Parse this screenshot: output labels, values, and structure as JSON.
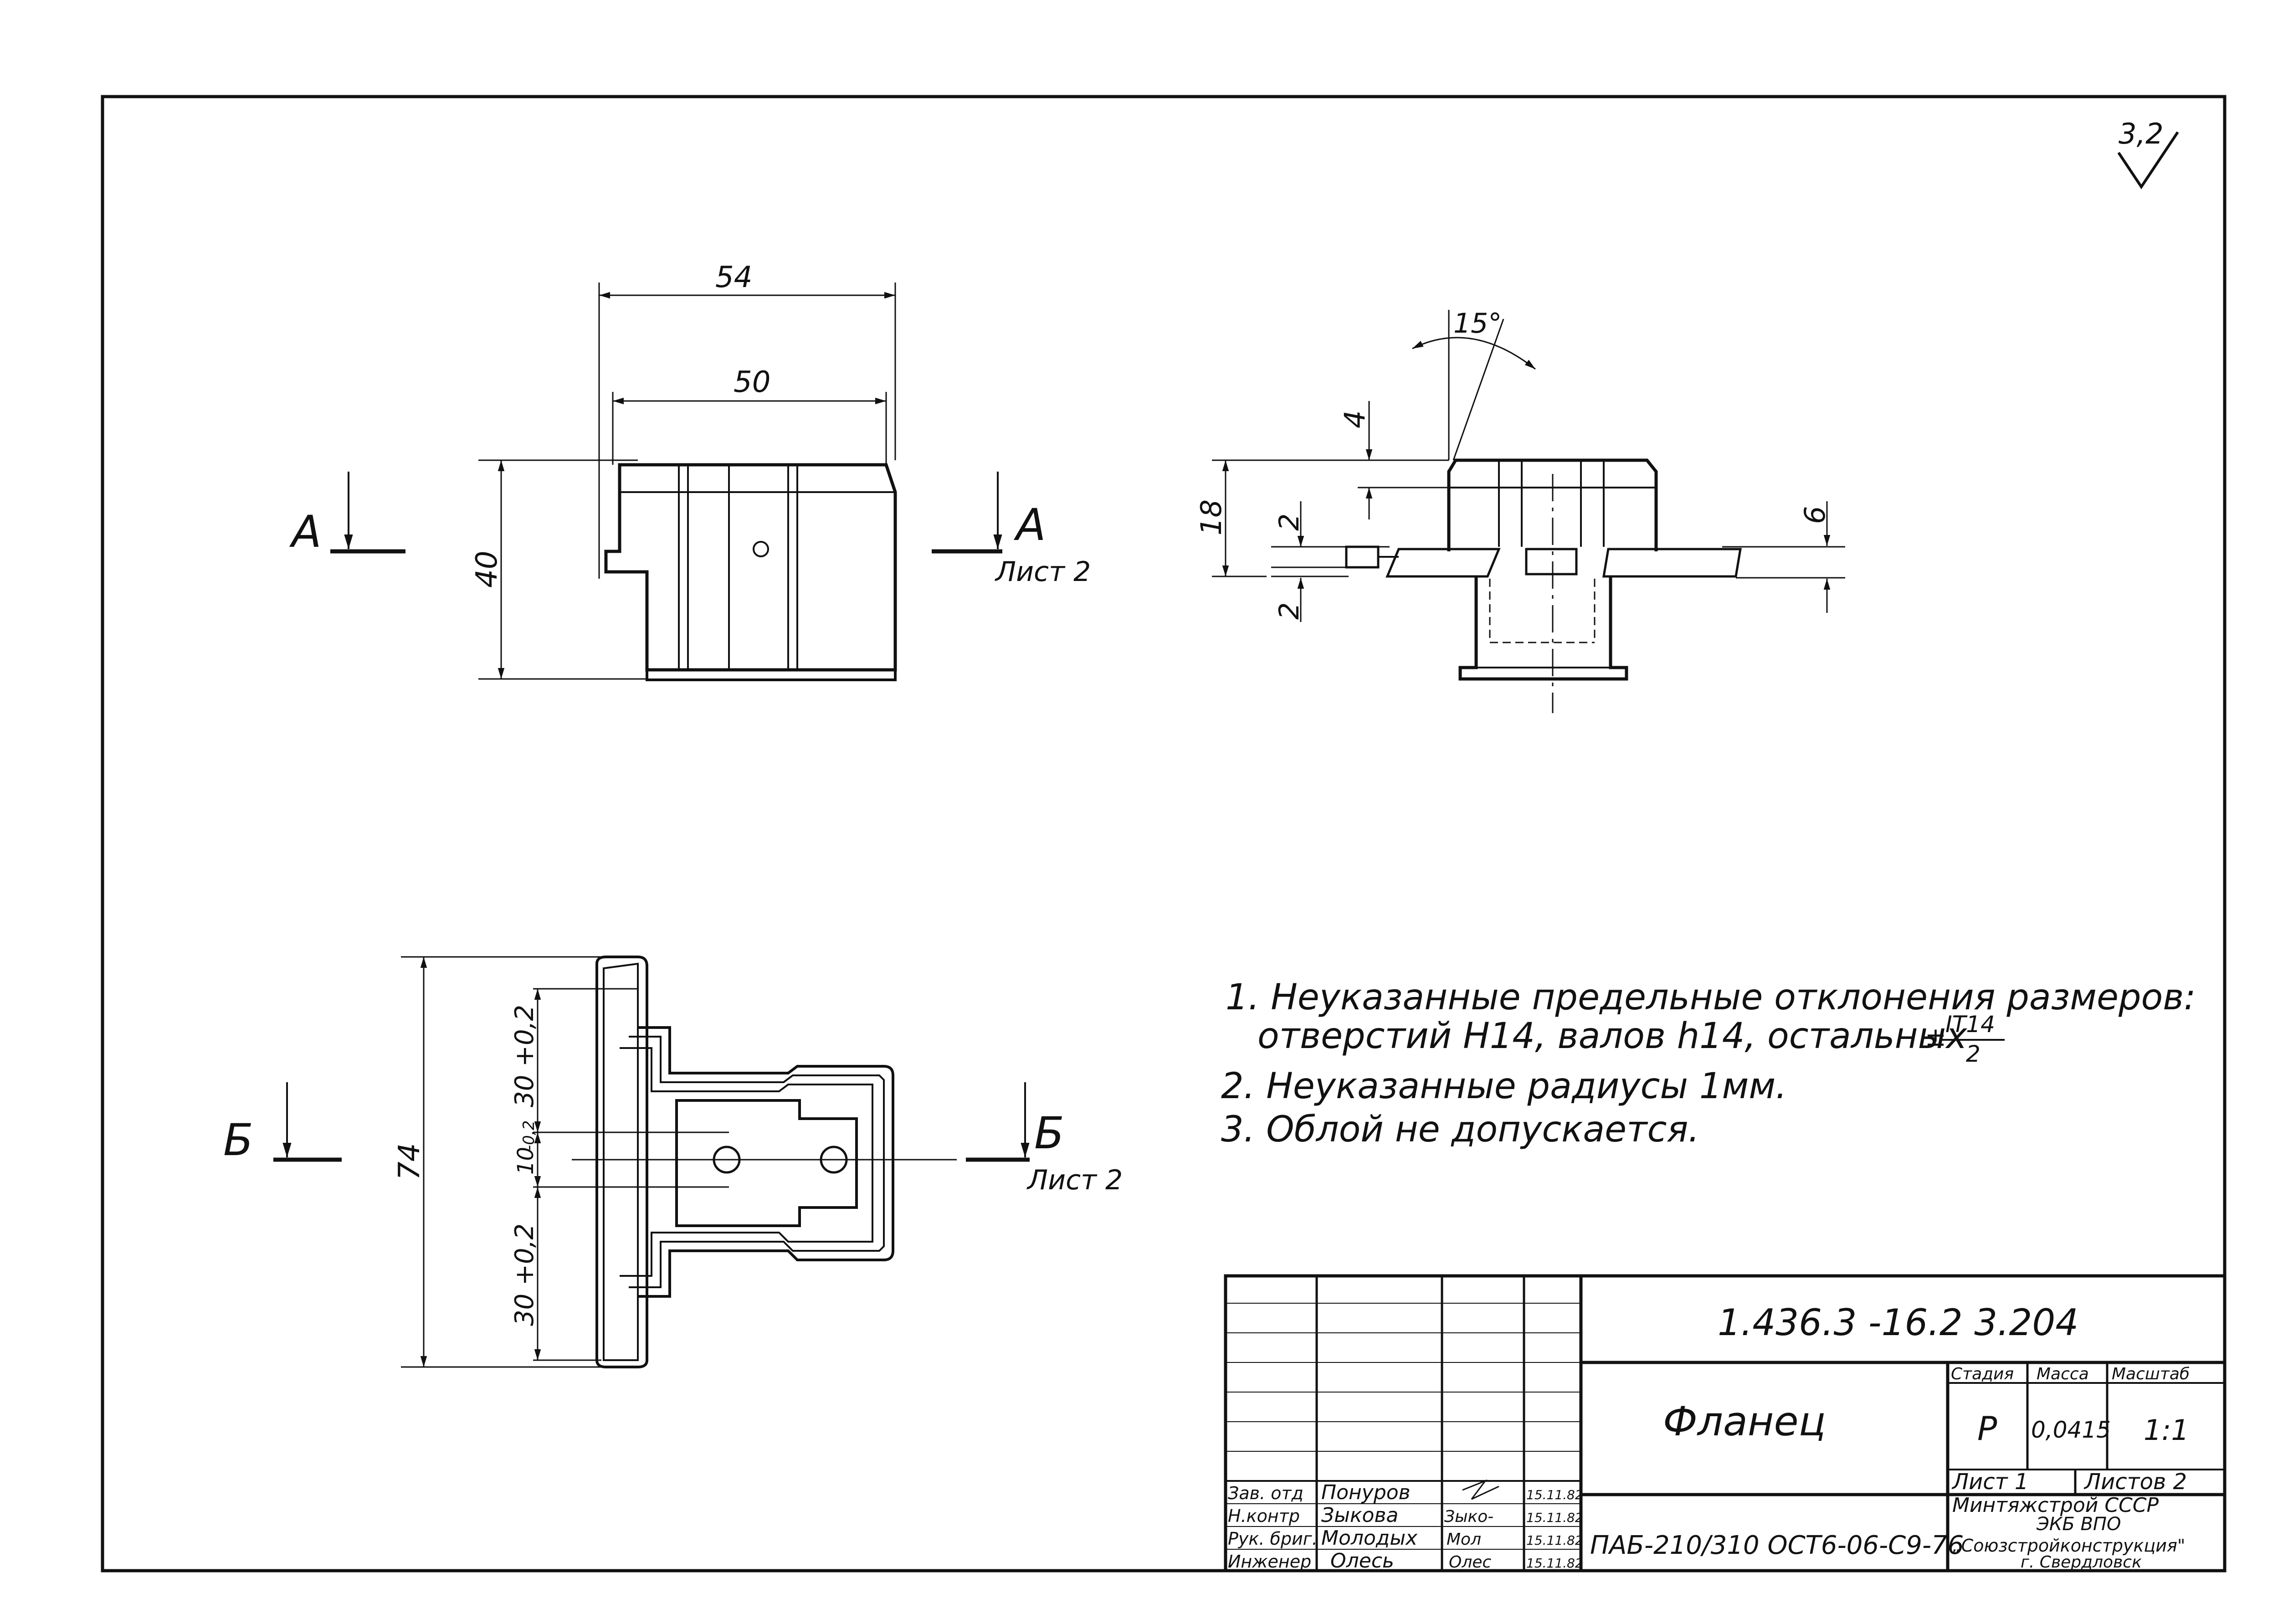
{
  "roughness_mark": "3,2",
  "view_top": {
    "dim_width_outer": "54",
    "dim_width_inner": "50",
    "dim_height": "40",
    "section_a_left": "А",
    "section_a_right": "А",
    "section_a_sheet": "Лист 2"
  },
  "view_side": {
    "dim_angle": "15°",
    "dim_4": "4",
    "dim_18": "18",
    "dim_2_upper": "2",
    "dim_2_lower": "2",
    "dim_6": "6"
  },
  "view_plan": {
    "dim_74": "74",
    "dim_30_top": "30 +0,2",
    "dim_10": "10",
    "dim_10_tol": "-0,2",
    "dim_30_bottom": "30 +0,2",
    "section_b_left": "Б",
    "section_b_right": "Б",
    "section_b_sheet": "Лист 2"
  },
  "notes": {
    "n1_line1": "1. Неуказанные предельные отклонения размеров:",
    "n1_line2": "отверстий H14, валов h14, остальных",
    "n1_pm": "±",
    "n1_frac_top": "IT14",
    "n1_frac_bottom": "2",
    "n2": "2. Неуказанные радиусы 1мм.",
    "n3": "3. Облой не допускается."
  },
  "title_block": {
    "doc_number": "1.436.3 -16.2  3.204",
    "part_name": "Фланец",
    "material": "ПАБ-210/310 ОСТ6-06-С9-76",
    "stage_header": "Стадия",
    "mass_header": "Масса",
    "scale_header": "Масштаб",
    "stage_value": "Р",
    "mass_value": "0,0415",
    "scale_value": "1:1",
    "sheet_label": "Лист 1",
    "sheets_label": "Листов 2",
    "org_line1": "Минтяжстрой СССР",
    "org_line2": "ЭКБ ВПО",
    "org_line3": "„Союзстройконструкция\"",
    "org_line4": "г. Свердловск",
    "roles": [
      "Зав. отд",
      "Н.контр",
      "Рук. бриг.",
      "Инженер"
    ],
    "names": [
      "Понуров",
      "Зыкова",
      "Молодых",
      "Олесь"
    ],
    "signatures": [
      "",
      "Зыко-",
      "Мол",
      "Олес"
    ],
    "dates": [
      "15.11.82",
      "15.11.82",
      "15.11.82",
      "15.11.82"
    ]
  }
}
